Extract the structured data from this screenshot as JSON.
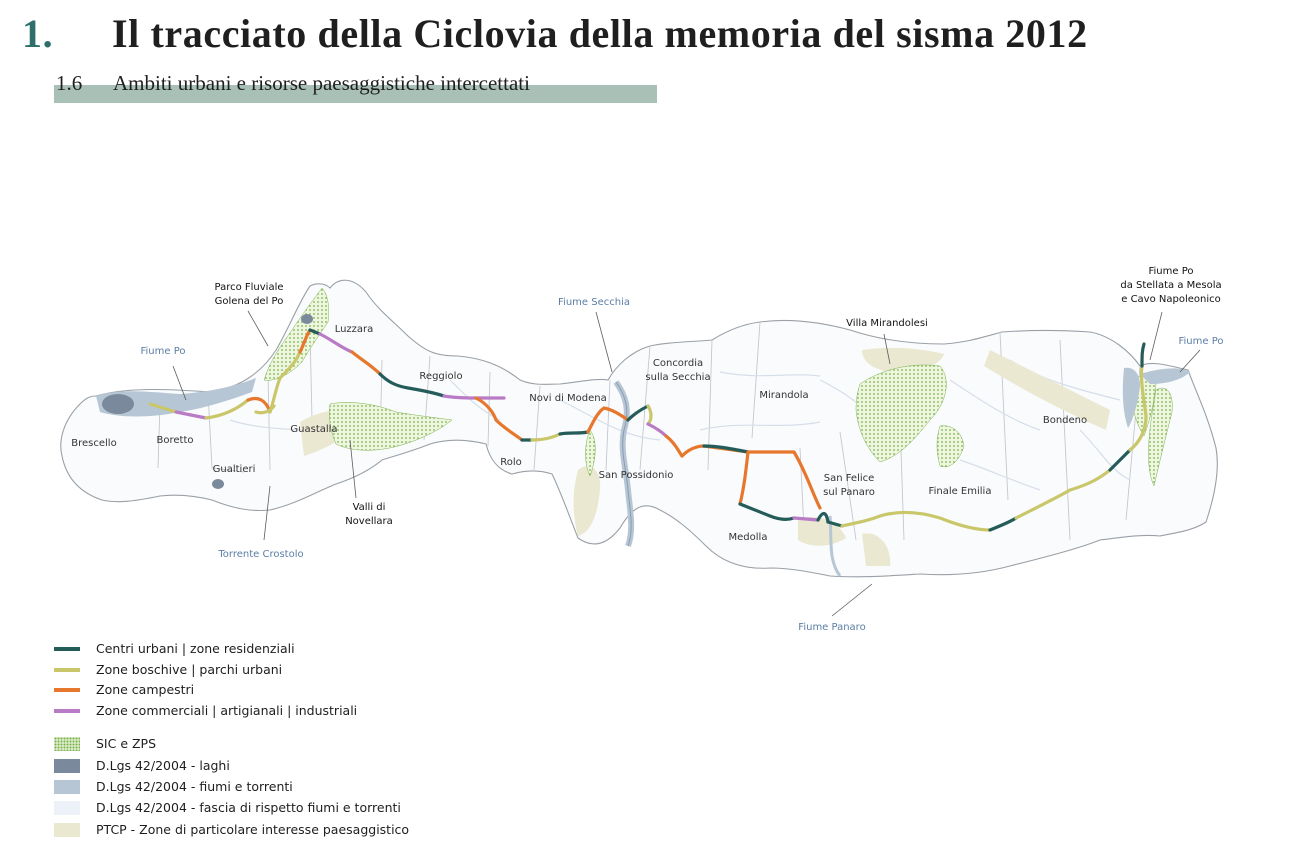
{
  "header": {
    "number": "1.",
    "title": "Il tracciato della Ciclovia della memoria del sisma 2012",
    "subnumber": "1.6",
    "subtitle": "Ambiti urbani e risorse paesaggistiche intercettati"
  },
  "colors": {
    "urban": "#245c5a",
    "wood": "#c9c76a",
    "rural": "#e6772c",
    "commercial": "#b97ac6",
    "sic": "#7cb24e",
    "lake": "#7a8a9c",
    "river": "#b6c6d4",
    "river_buffer": "#edf2f8",
    "ptcp": "#ebe8d2",
    "water_label": "#5b7ea6",
    "accent": "#2e6f6c",
    "band": "#a8c0b6"
  },
  "map": {
    "towns": {
      "brescello": "Brescello",
      "boretto": "Boretto",
      "gualtieri": "Gualtieri",
      "guastalla": "Guastalla",
      "luzzara": "Luzzara",
      "reggiolo": "Reggiolo",
      "rolo": "Rolo",
      "novi": "Novi di Modena",
      "concordia": "Concordia\nsulla Secchia",
      "san_possidonio": "San Possidonio",
      "mirandola": "Mirandola",
      "medolla": "Medolla",
      "san_felice": "San Felice\nsul Panaro",
      "finale": "Finale Emilia",
      "bondeno": "Bondeno"
    },
    "features": {
      "parco": "Parco Fluviale\nGolena del Po",
      "valli": "Valli di\nNovellara",
      "villa": "Villa Mirandolesi",
      "fiume_po_mesola": "Fiume Po\nda Stellata a Mesola\ne Cavo Napoleonico"
    },
    "waters": {
      "po_west": "Fiume Po",
      "crostolo": "Torrente Crostolo",
      "secchia": "Fiume Secchia",
      "panaro": "Fiume Panaro",
      "po_east": "Fiume Po"
    }
  },
  "legend": {
    "routes": [
      {
        "label": "Centri urbani | zone residenziali",
        "color": "#245c5a"
      },
      {
        "label": "Zone boschive | parchi urbani",
        "color": "#c9c76a"
      },
      {
        "label": "Zone campestri",
        "color": "#e6772c"
      },
      {
        "label": "Zone commerciali | artigianali | industriali",
        "color": "#b97ac6"
      }
    ],
    "areas": [
      {
        "label": "SIC e ZPS",
        "swatch": "dots"
      },
      {
        "label": "D.Lgs 42/2004 - laghi",
        "color": "#7a8a9c"
      },
      {
        "label": "D.Lgs 42/2004 - fiumi e torrenti",
        "color": "#b6c6d4"
      },
      {
        "label": "D.Lgs 42/2004 - fascia di rispetto fiumi e torrenti",
        "color": "#edf2f8"
      },
      {
        "label": "PTCP - Zone di particolare interesse paesaggistico",
        "color": "#ebe8d2"
      }
    ]
  }
}
